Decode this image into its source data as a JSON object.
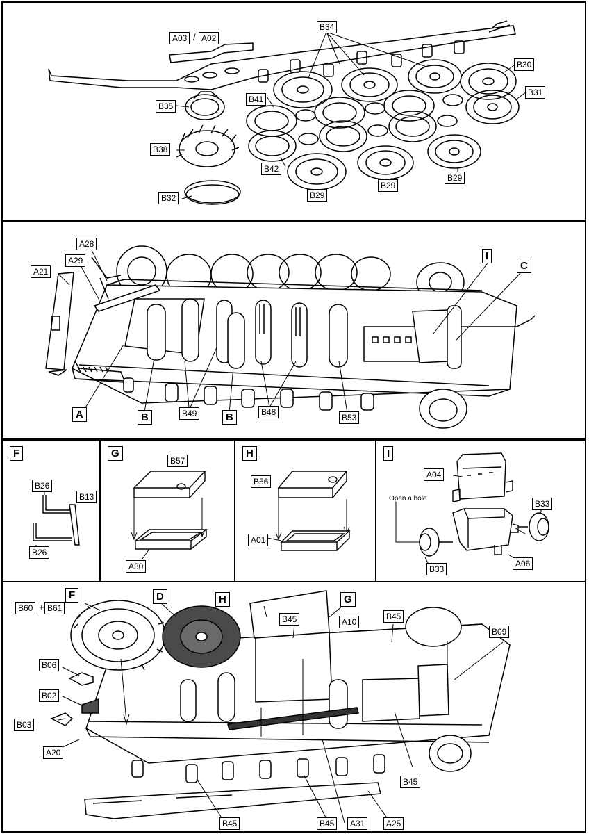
{
  "step1": {
    "labels": {
      "a03": "A03",
      "slash": "/",
      "a02": "A02",
      "b34": "B34",
      "b30": "B30",
      "b31": "B31",
      "b35": "B35",
      "b41": "B41",
      "b38": "B38",
      "b42": "B42",
      "b32": "B32",
      "b29a": "B29",
      "b29b": "B29",
      "b29c": "B29"
    }
  },
  "step2": {
    "labels": {
      "a28": "A28",
      "a29": "A29",
      "a21": "A21",
      "i": "I",
      "c": "C",
      "a": "A",
      "b1": "B",
      "b49": "B49",
      "b2": "B",
      "b48": "B48",
      "b53": "B53"
    }
  },
  "stepF": {
    "title": "F",
    "b26a": "B26",
    "b13": "B13",
    "b26b": "B26"
  },
  "stepG": {
    "title": "G",
    "b57": "B57",
    "a30": "A30"
  },
  "stepH": {
    "title": "H",
    "b56": "B56",
    "a01": "A01"
  },
  "stepI": {
    "title": "I",
    "a04": "A04",
    "note": "Open a hole",
    "b33a": "B33",
    "b33b": "B33",
    "a06": "A06"
  },
  "step3": {
    "labels": {
      "f": "F",
      "d": "D",
      "h": "H",
      "g": "G",
      "b60": "B60",
      "plus": "+",
      "b61": "B61",
      "b45a": "B45",
      "b45b": "B45",
      "a10": "A10",
      "b09": "B09",
      "b06": "B06",
      "b02": "B02",
      "b03": "B03",
      "a20": "A20",
      "b45c": "B45",
      "b45d": "B45",
      "b45e": "B45",
      "a31": "A31",
      "a25": "A25"
    }
  },
  "colors": {
    "ink": "#000000",
    "paper": "#ffffff",
    "dark_part": "#4a4a4a",
    "shade": "#d8d8d8"
  }
}
